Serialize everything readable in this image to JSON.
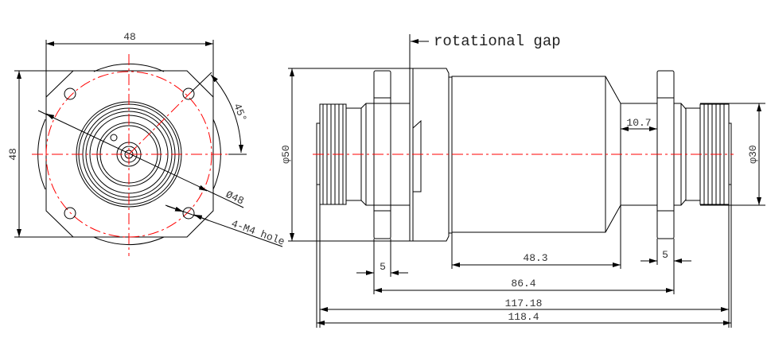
{
  "front_view": {
    "width_dim": "48",
    "height_dim": "48",
    "angle_dim": "45°",
    "pcd_dim": "Ø48",
    "hole_note": "4-M4 hole"
  },
  "side_view": {
    "gap_note": "rotational gap",
    "body_dia": "φ50",
    "end_dia": "φ30",
    "neck_len": "10.7",
    "body_len": "48.3",
    "flange_left_w": "5",
    "flange_right_w": "5",
    "flange_span": "86.4",
    "overall_1": "117.18",
    "overall_2": "118.4"
  },
  "colors": {
    "line": "#000000",
    "centerline": "#ff0000"
  }
}
